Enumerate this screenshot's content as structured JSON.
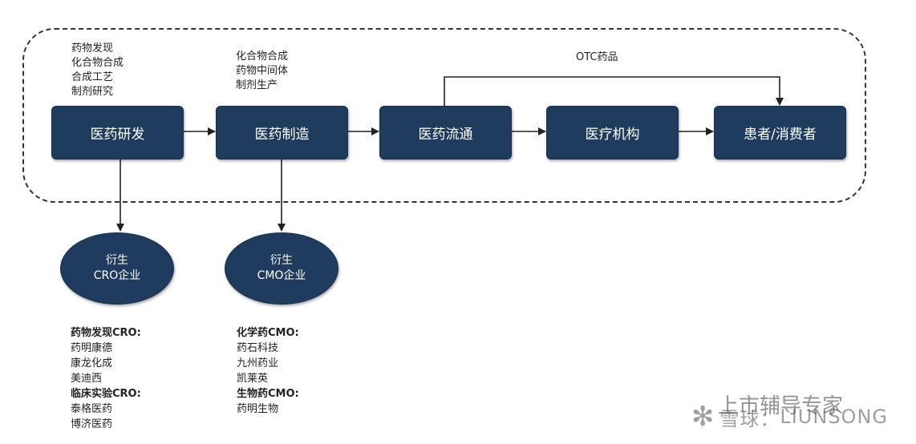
{
  "flow_boxes": [
    "医药研发",
    "医药制造",
    "医药流通",
    "医疗机构",
    "患者/消费者"
  ],
  "notes": {
    "rd": [
      "药物发现",
      "化合物合成",
      "合成工艺",
      "制剂研究"
    ],
    "mfg": [
      "化合物合成",
      "药物中间体",
      "制剂生产"
    ]
  },
  "otc_label": "OTC药品",
  "ellipses": {
    "cro": {
      "line1": "衍生",
      "line2": "CRO企业"
    },
    "cmo": {
      "line1": "衍生",
      "line2": "CMO企业"
    }
  },
  "lists": {
    "cro": [
      {
        "text": "药物发现CRO:",
        "head": true
      },
      {
        "text": "药明康德",
        "head": false
      },
      {
        "text": "康龙化成",
        "head": false
      },
      {
        "text": "美迪西",
        "head": false
      },
      {
        "text": "临床实验CRO:",
        "head": true
      },
      {
        "text": "泰格医药",
        "head": false
      },
      {
        "text": "博济医药",
        "head": false
      }
    ],
    "cmo": [
      {
        "text": "化学药CMO:",
        "head": true
      },
      {
        "text": "药石科技",
        "head": false
      },
      {
        "text": "九州药业",
        "head": false
      },
      {
        "text": "凯莱英",
        "head": false
      },
      {
        "text": "生物药CMO:",
        "head": true
      },
      {
        "text": "药明生物",
        "head": false
      }
    ]
  },
  "watermark": {
    "line1": "上市辅导专家",
    "line2": "雪球：",
    "line3": "LIUNSONG"
  },
  "colors": {
    "box": "#1f3b5e",
    "line": "#222222"
  }
}
